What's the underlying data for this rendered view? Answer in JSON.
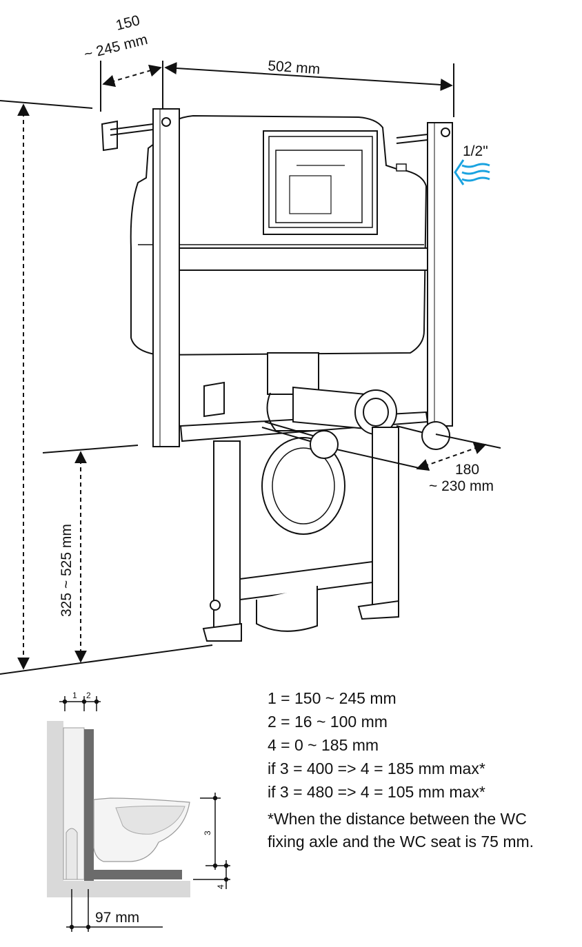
{
  "dimensions": {
    "depth_top": {
      "line1": "150",
      "line2": "~ 245 mm"
    },
    "width": "502 mm",
    "water_inlet": "1/2\"",
    "axle_depth": {
      "line1": "180",
      "line2": "~ 230 mm"
    },
    "height": "325 ~ 525 mm"
  },
  "side_view": {
    "label_1": "1",
    "label_2": "2",
    "label_3": "3",
    "label_4": "4",
    "bottom_width": "97 mm"
  },
  "legend": {
    "lines": [
      "1 = 150 ~ 245 mm",
      "2 = 16 ~ 100 mm",
      "4 = 0 ~ 185 mm",
      "if 3 = 400 => 4 = 185 mm max*",
      "if 3 = 480 => 4 = 105 mm max*"
    ],
    "note_line1": "*When the distance between the WC",
    "note_line2": "fixing axle and the WC seat is 75 mm."
  },
  "colors": {
    "line": "#111111",
    "water_arrow": "#1aa3e0",
    "wall": "#d9d9d9",
    "frame_side": "#6b6b6b"
  }
}
